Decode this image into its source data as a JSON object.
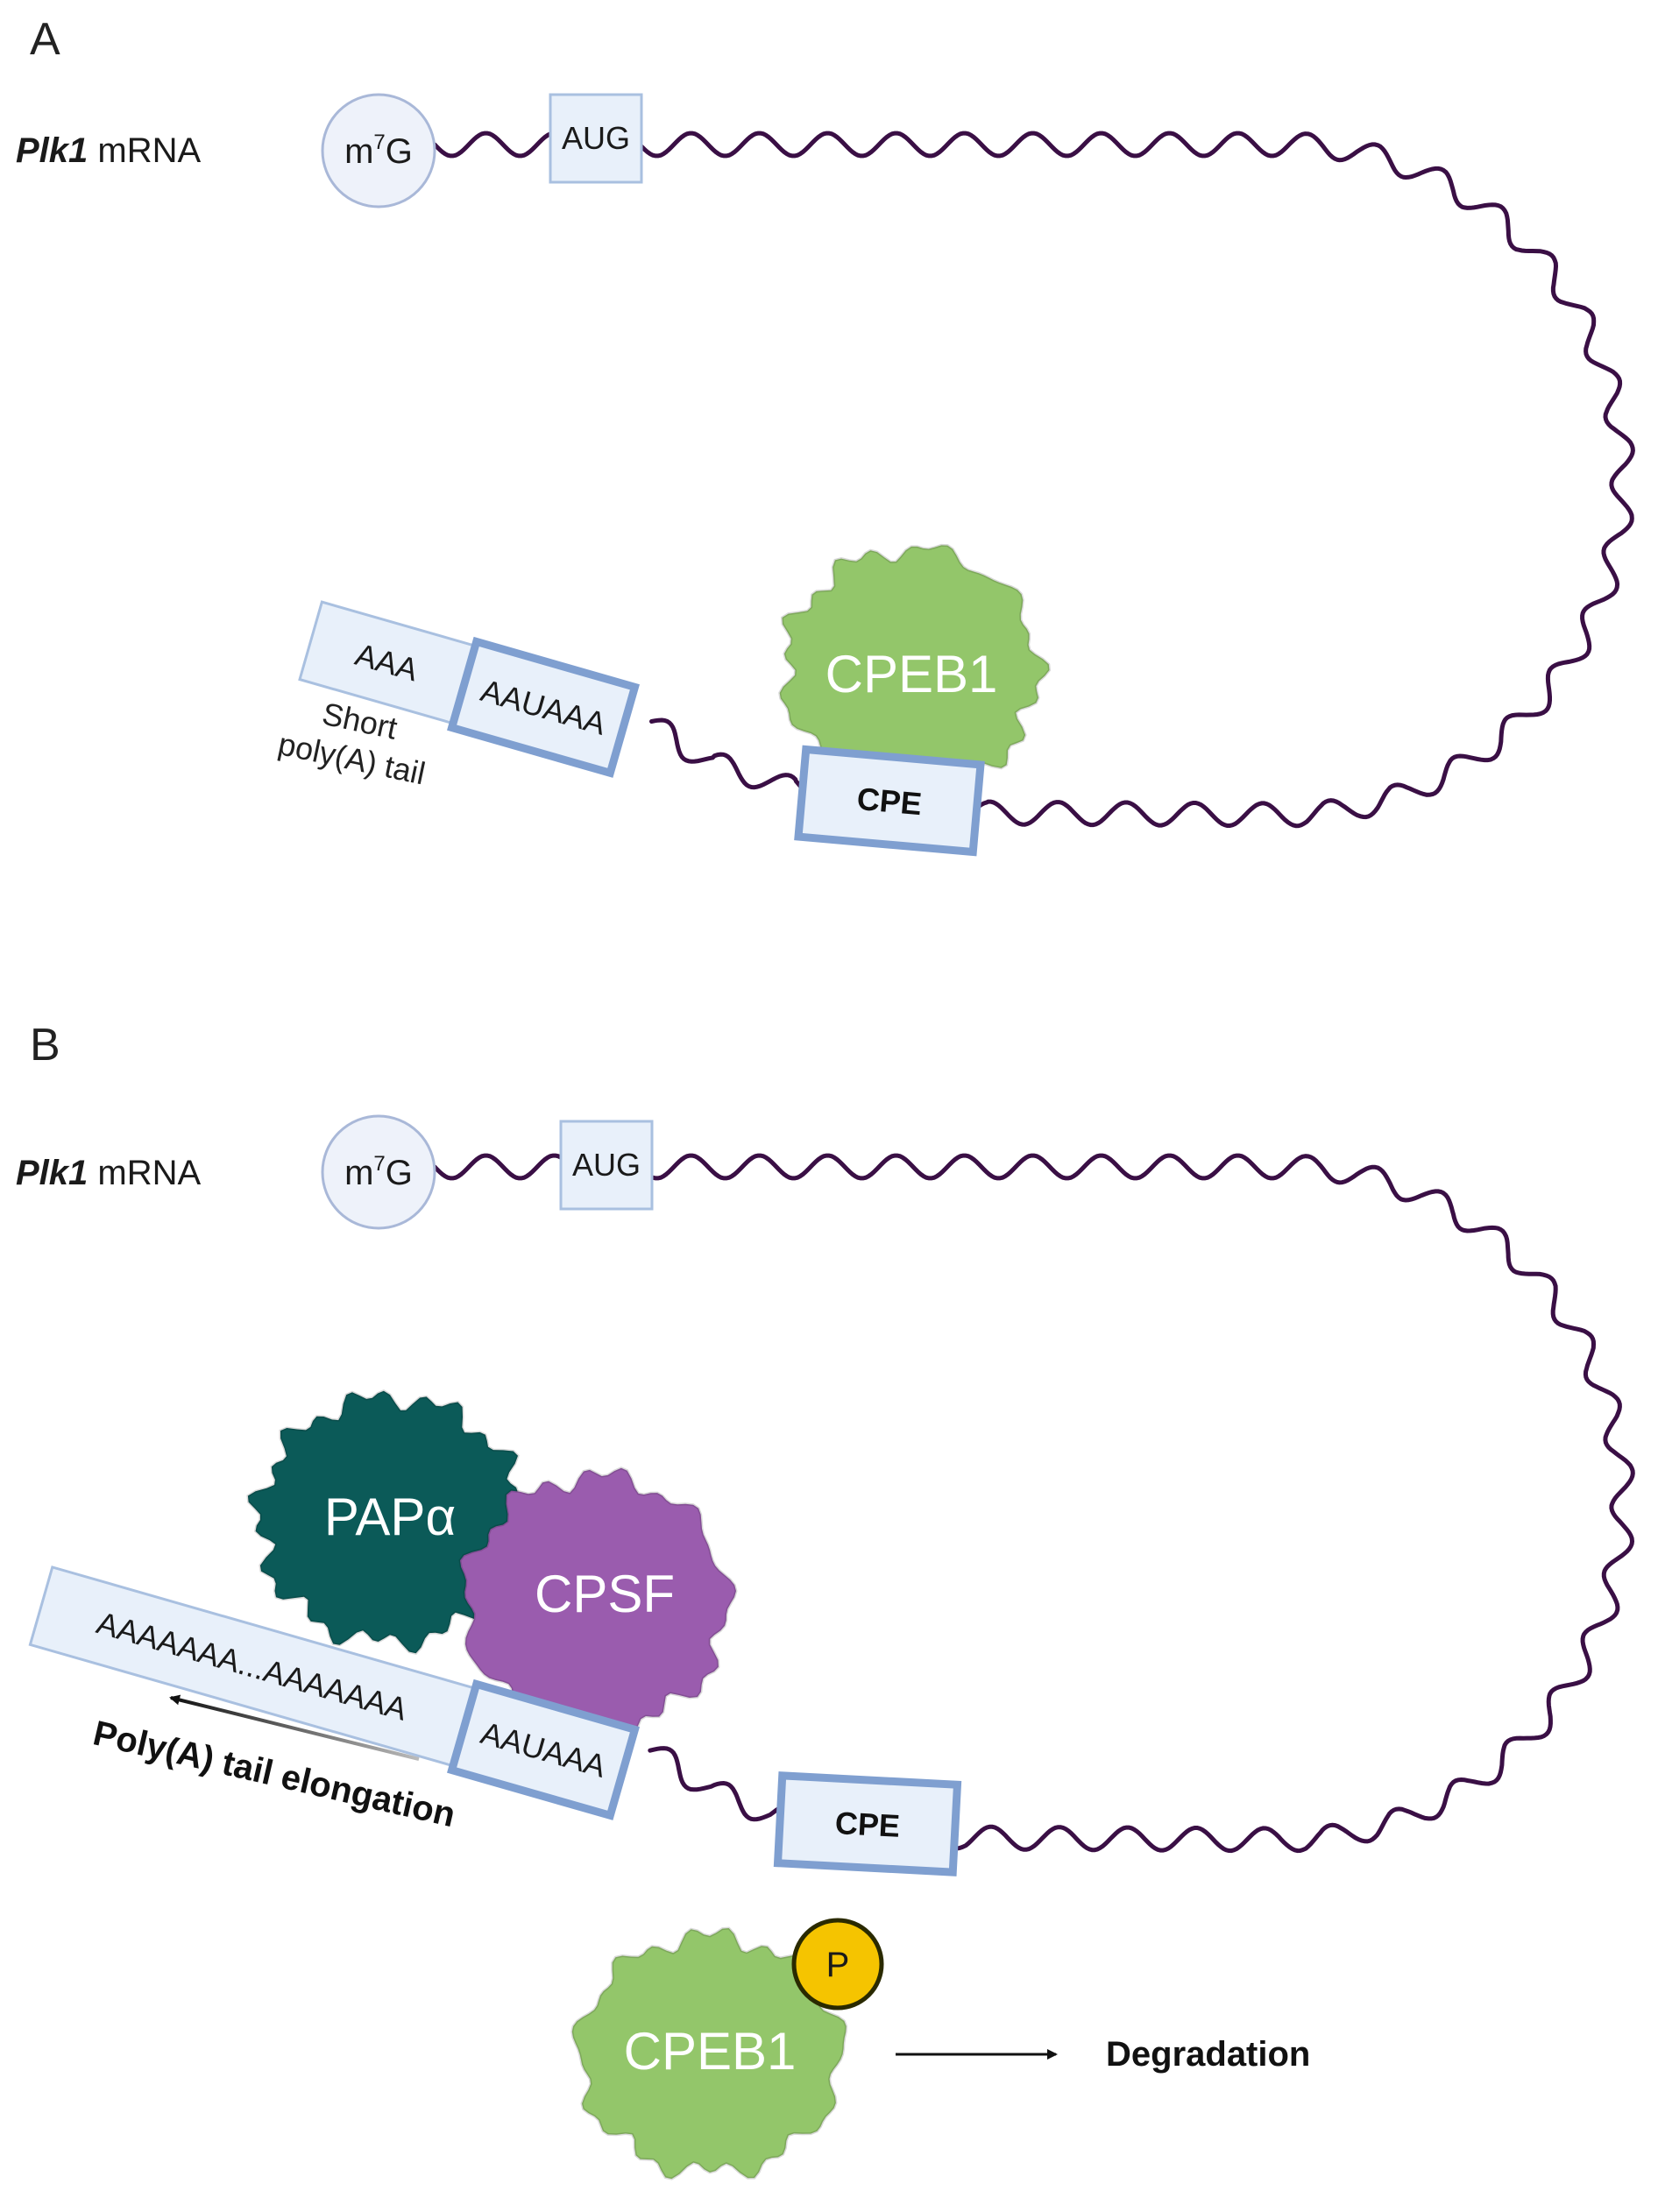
{
  "colors": {
    "strand": "#3a0f45",
    "box_fill": "#e8f0fa",
    "box_stroke": "#a9c0e0",
    "box_stroke_thick": "#7f9fd0",
    "cap_fill": "#eef2fa",
    "cap_stroke": "#a9b8d8",
    "cpeb1_fill": "#93c66a",
    "papa_fill": "#0b5a58",
    "cpsf_fill": "#9a5cae",
    "phospho_fill": "#f5c400"
  },
  "panel_a": {
    "letter": "A",
    "mrna_label_italic": "Plk1",
    "mrna_label_rest": " mRNA",
    "cap_base": "m",
    "cap_sup": "7",
    "cap_end": "G",
    "start_codon": "AUG",
    "tail_box": "AAA",
    "signal_box": "AAUAAA",
    "cpe_box": "CPE",
    "protein": "CPEB1",
    "tail_caption_line1": "Short",
    "tail_caption_line2": "poly(A) tail"
  },
  "panel_b": {
    "letter": "B",
    "mrna_label_italic": "Plk1",
    "mrna_label_rest": " mRNA",
    "cap_base": "m",
    "cap_sup": "7",
    "cap_end": "G",
    "start_codon": "AUG",
    "tail_box": "AAAAAAA...AAAAAAA",
    "signal_box": "AAUAAA",
    "cpe_box": "CPE",
    "protein_papa": "PAPα",
    "protein_cpsf": "CPSF",
    "protein_cpeb1": "CPEB1",
    "phospho": "P",
    "elongation_caption": "Poly(A) tail elongation",
    "degradation_caption": "Degradation"
  }
}
